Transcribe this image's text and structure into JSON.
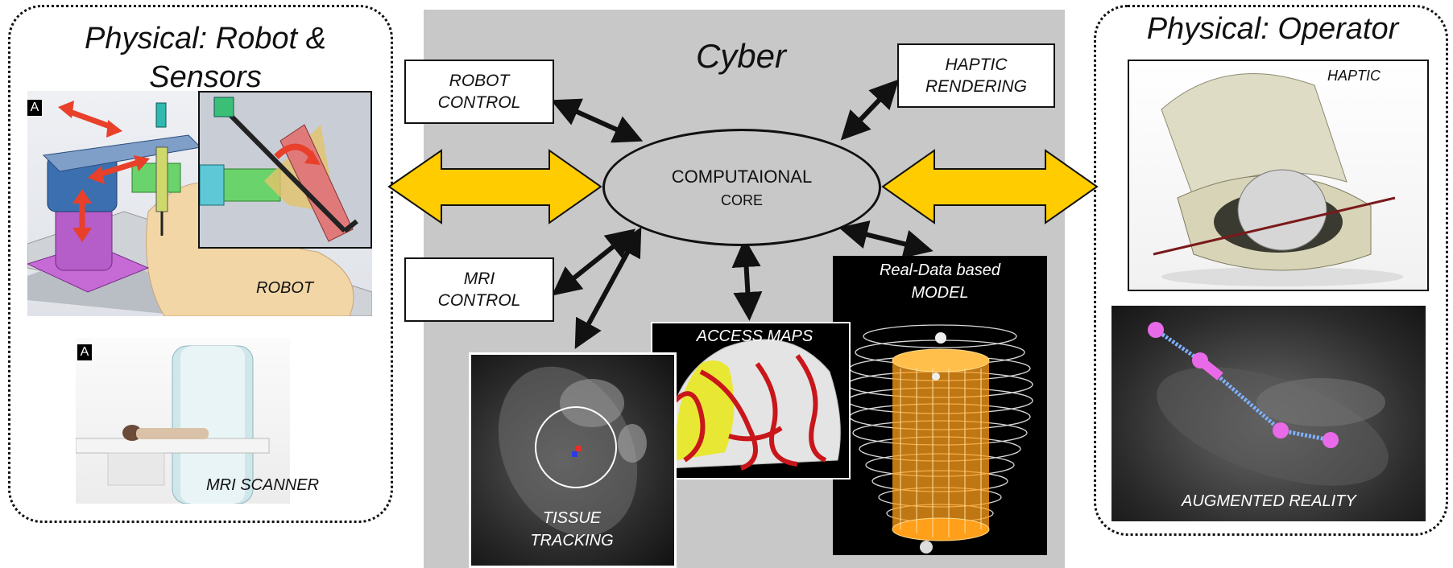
{
  "left_panel": {
    "title": "Physical: Robot &\nSensors",
    "robot_badge": "A",
    "robot_label": "ROBOT",
    "mri_badge": "A",
    "mri_label": "MRI SCANNER"
  },
  "center": {
    "title": "Cyber",
    "core_label_line1": "COMPUTAIONAL",
    "core_label_line2": "CORE",
    "robot_control": "ROBOT\nCONTROL",
    "haptic_rendering": "HAPTIC\nRENDERING",
    "mri_control": "MRI\nCONTROL",
    "access_maps": "ACCESS MAPS",
    "model_title": "Real-Data based\nMODEL",
    "tissue_tracking": "TISSUE\nTRACKING"
  },
  "right_panel": {
    "title": "Physical: Operator",
    "haptic_label": "HAPTIC",
    "ar_label": "AUGMENTED REALITY"
  },
  "colors": {
    "cyber_bg": "#c8c8c8",
    "big_arrow": "#ffcc00",
    "robot_arrow": "#e8402a",
    "ar_marker": "#e96ae9"
  }
}
